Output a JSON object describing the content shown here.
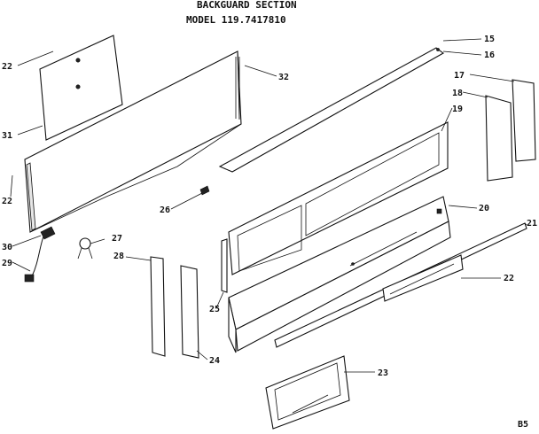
{
  "title": "BACKGUARD SECTION",
  "model": "MODEL 119.7417810",
  "footer": "B5",
  "callouts": {
    "c15": "15",
    "c16": "16",
    "c17": "17",
    "c18": "18",
    "c19": "19",
    "c20": "20",
    "c21": "21",
    "c22a": "22",
    "c22b": "22",
    "c22c": "22",
    "c23": "23",
    "c24": "24",
    "c25": "25",
    "c26": "26",
    "c27": "27",
    "c28": "28",
    "c29": "29",
    "c30": "30",
    "c31": "31",
    "c32": "32"
  }
}
